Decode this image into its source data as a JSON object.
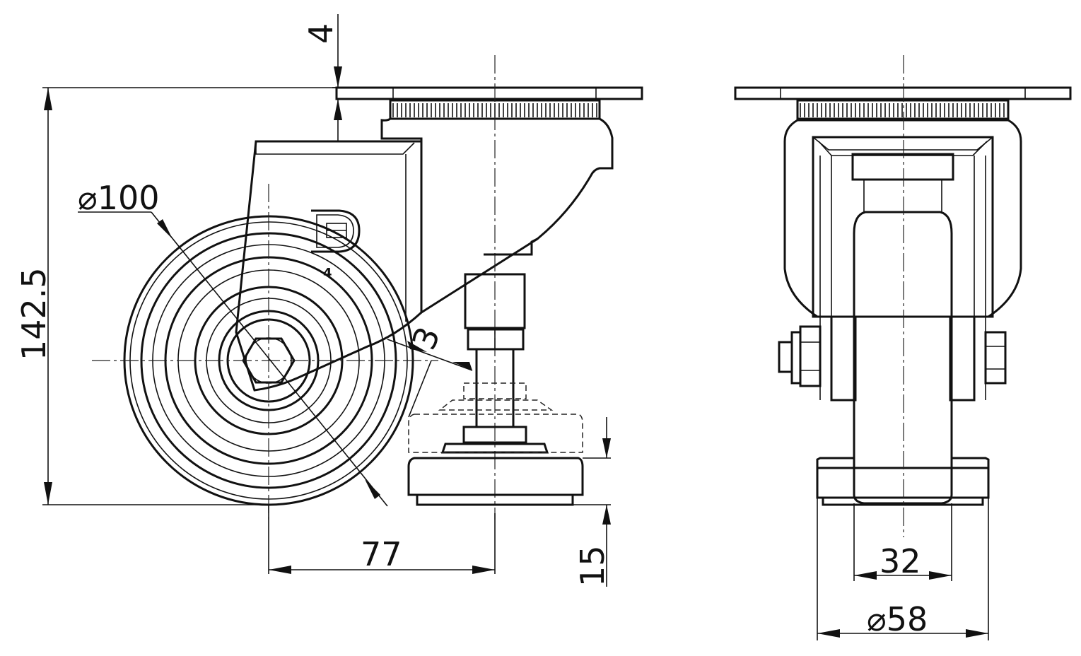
{
  "drawing": {
    "labels": {
      "dim_top_gap": "4",
      "dim_diameter_wheel": "⌀100",
      "dim_total_height": "142.5",
      "dim_offset": "77",
      "dim_angle_gap": "3",
      "dim_foot_height": "15",
      "dim_tread_width": "32",
      "dim_hub_diameter": "⌀58",
      "logo_text": "4"
    },
    "colors": {
      "ink": "#111111",
      "background": "#ffffff"
    }
  }
}
